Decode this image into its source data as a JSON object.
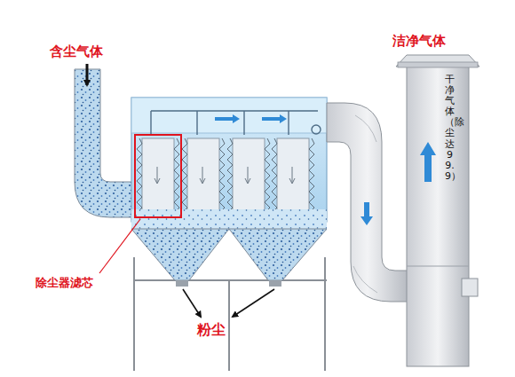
{
  "diagram": {
    "labels": [
      "含尘气体",
      "洁净气体",
      "干净气体（除尘达99.9）",
      "除尘器滤芯",
      "粉尘"
    ]
  }
}
